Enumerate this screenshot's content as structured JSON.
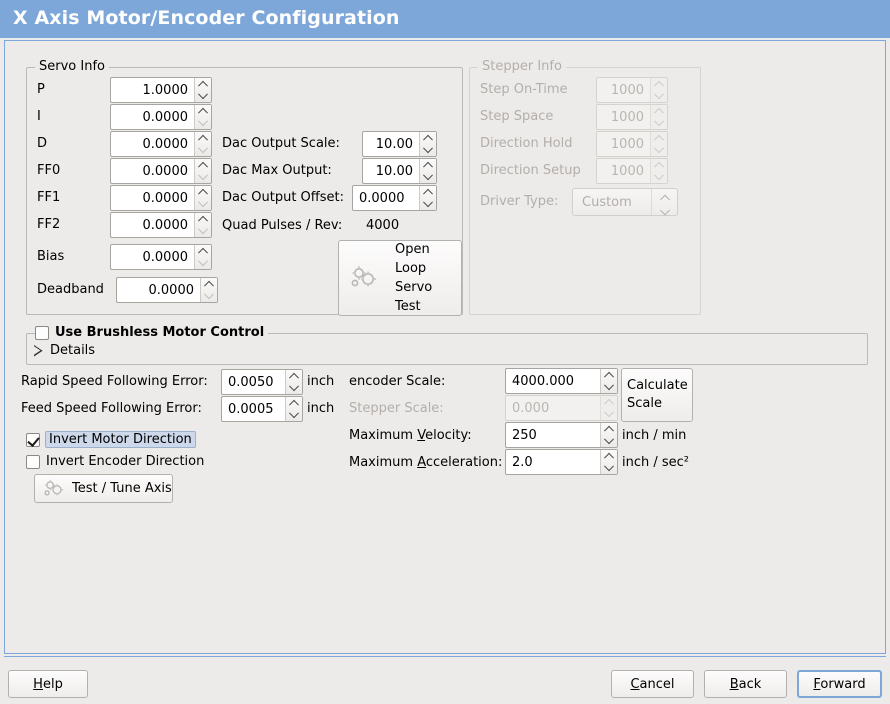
{
  "window": {
    "title": "X Axis Motor/Encoder Configuration",
    "titlebar_color": "#7da7d9",
    "background_color": "#edebe9"
  },
  "servo_info": {
    "legend": "Servo Info",
    "rows": [
      {
        "label": "P",
        "value": "1.0000",
        "down_dim": false
      },
      {
        "label": "I",
        "value": "0.0000",
        "down_dim": true
      },
      {
        "label": "D",
        "value": "0.0000",
        "down_dim": true
      },
      {
        "label": "FF0",
        "value": "0.0000",
        "down_dim": true
      },
      {
        "label": "FF1",
        "value": "0.0000",
        "down_dim": true
      },
      {
        "label": "FF2",
        "value": "0.0000",
        "down_dim": true
      },
      {
        "label": "Bias",
        "value": "0.0000",
        "down_dim": true
      },
      {
        "label": "Deadband",
        "value": "0.0000",
        "down_dim": true
      }
    ],
    "dac": [
      {
        "label": "Dac Output Scale:",
        "value": "10.00",
        "down_dim": false
      },
      {
        "label": "Dac Max Output:",
        "value": "10.00",
        "down_dim": false
      },
      {
        "label": "Dac Output Offset:",
        "value": "0.0000",
        "down_dim": false
      }
    ],
    "quad_label": "Quad Pulses / Rev:",
    "quad_value": "4000",
    "open_loop_button": "Open\nLoop\nServo\nTest",
    "open_loop_lines": [
      "Open",
      "Loop",
      "Servo",
      "Test"
    ]
  },
  "stepper_info": {
    "legend": "Stepper Info",
    "enabled": false,
    "rows": [
      {
        "label": "Step On-Time",
        "value": "1000"
      },
      {
        "label": "Step Space",
        "value": "1000"
      },
      {
        "label": "Direction Hold",
        "value": "1000"
      },
      {
        "label": "Direction Setup",
        "value": "1000"
      }
    ],
    "driver_type_label": "Driver Type:",
    "driver_type_value": "Custom"
  },
  "brushless": {
    "checkbox_label": "Use Brushless Motor Control",
    "checked": false,
    "details_label": "Details",
    "details_expanded": false
  },
  "tuning": {
    "rapid_label": "Rapid Speed Following Error:",
    "rapid_value": "0.0050",
    "rapid_unit": "inch",
    "feed_label": "Feed Speed Following Error:",
    "feed_value": "0.0005",
    "feed_unit": "inch",
    "invert_motor_label": "Invert Motor Direction",
    "invert_motor_checked": true,
    "invert_encoder_label": "Invert Encoder Direction",
    "invert_encoder_checked": false,
    "test_tune_button": "Test / Tune Axis",
    "encoder_scale_label": "encoder Scale:",
    "encoder_scale_value": "4000.000",
    "stepper_scale_label": "Stepper Scale:",
    "stepper_scale_value": "0.000",
    "stepper_scale_enabled": false,
    "calculate_scale_button_lines": [
      "Calculate",
      "Scale"
    ],
    "max_velocity_label_pre": "Maximum ",
    "max_velocity_label_mn": "V",
    "max_velocity_label_post": "elocity:",
    "max_velocity_value": "250",
    "max_velocity_unit": "inch / min",
    "max_accel_label_pre": "Maximum ",
    "max_accel_label_mn": "A",
    "max_accel_label_post": "cceleration:",
    "max_accel_value": "2.0",
    "max_accel_unit": "inch / sec²"
  },
  "footer": {
    "help": {
      "mn": "H",
      "rest": "elp"
    },
    "cancel": {
      "mn": "C",
      "rest": "ancel"
    },
    "back": {
      "mn": "B",
      "rest": "ack"
    },
    "forward": {
      "mn": "F",
      "rest": "orward",
      "focused": true
    }
  }
}
